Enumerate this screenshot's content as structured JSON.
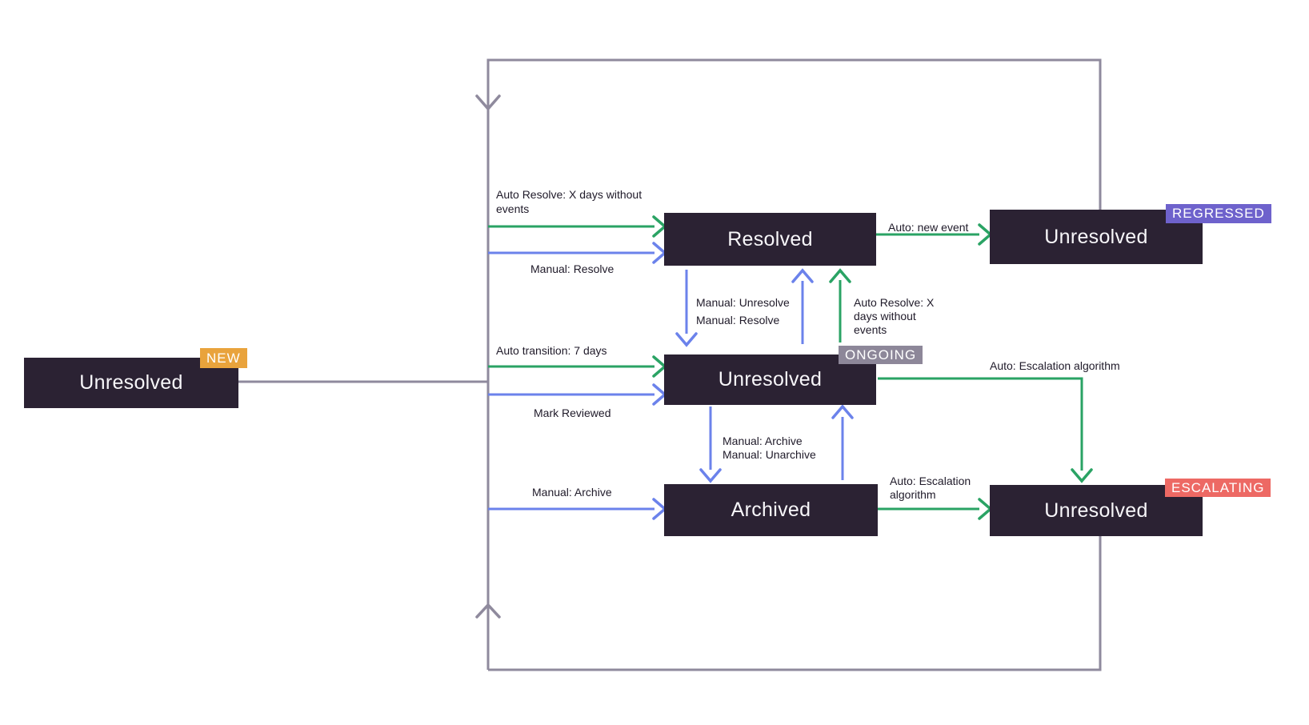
{
  "states": {
    "new": {
      "label": "Unresolved",
      "badge": "NEW"
    },
    "resolved": {
      "label": "Resolved"
    },
    "ongoing": {
      "label": "Unresolved",
      "badge": "ONGOING"
    },
    "archived": {
      "label": "Archived"
    },
    "regressed": {
      "label": "Unresolved",
      "badge": "REGRESSED"
    },
    "escalating": {
      "label": "Unresolved",
      "badge": "ESCALATING"
    }
  },
  "edges": {
    "auto_resolve_days": "Auto Resolve: X days without\nevents",
    "manual_resolve_in": "Manual: Resolve",
    "auto_transition": "Auto transition: 7 days",
    "mark_reviewed": "Mark Reviewed",
    "manual_archive_in": "Manual: Archive",
    "manual_unresolve_resolve": "Manual: Unresolve\nManual: Resolve",
    "auto_resolve_up": "Auto Resolve: X\ndays without\nevents",
    "auto_new_event": "Auto: new event",
    "auto_escalation": "Auto: Escalation algorithm",
    "manual_archive_unarchive": "Manual: Archive\nManual: Unarchive",
    "auto_escalation_wrapped": "Auto: Escalation\nalgorithm"
  },
  "colors": {
    "box_bg": "#2B2233",
    "box_text": "#F7F6F9",
    "ink": "#1F1A29",
    "green": "#2AA364",
    "blue": "#6B82EB",
    "line_gray": "#8F8A9D",
    "badge_new": "#E9A33C",
    "badge_ongoing": "#8D8799",
    "badge_regressed": "#6E62CC",
    "badge_escalating": "#ED6964",
    "canvas_bg": "#FFFFFF"
  }
}
